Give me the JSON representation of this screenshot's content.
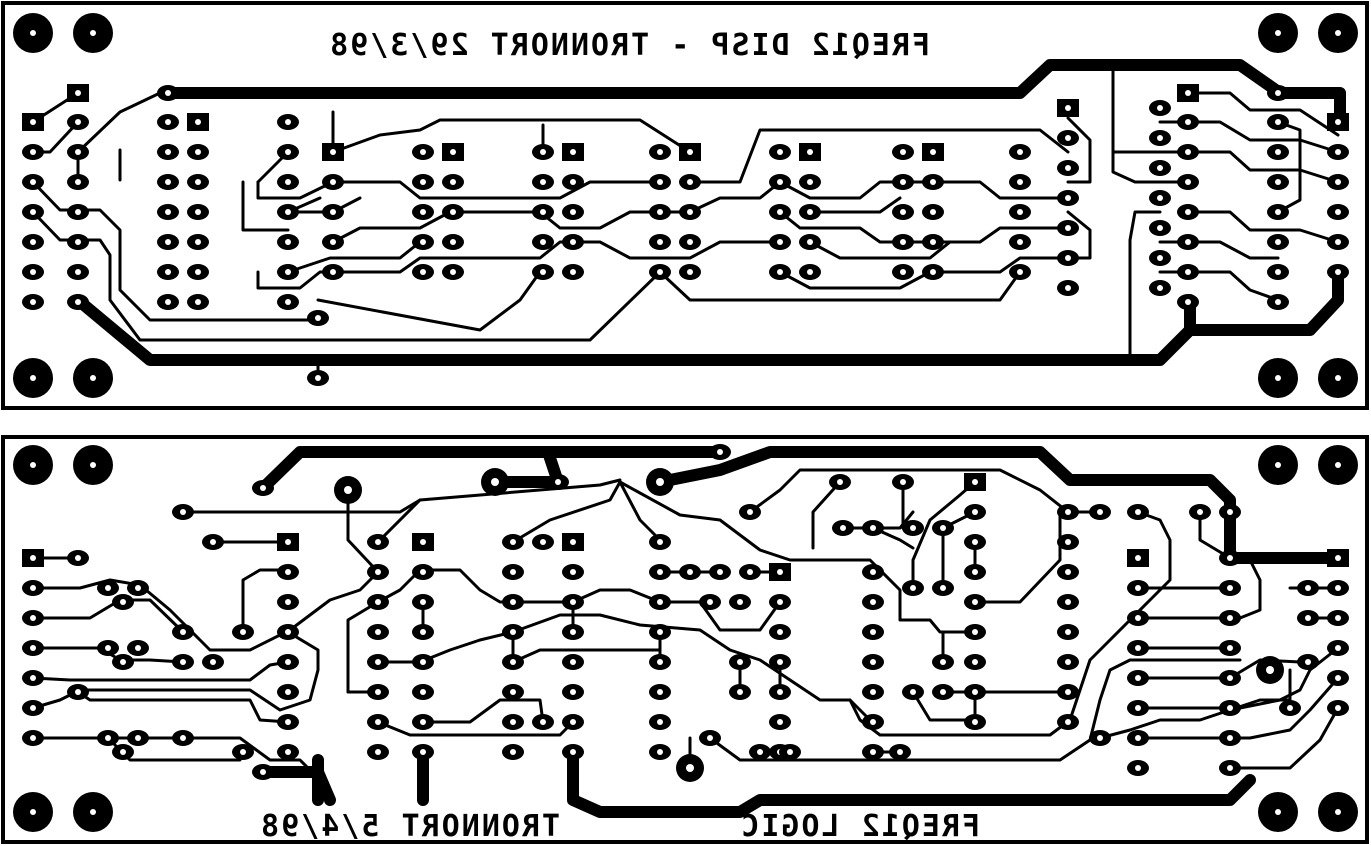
{
  "boards": [
    {
      "id": "display",
      "labels": [
        "FREQ12 DISP - TRONNORT 29/3/98"
      ]
    },
    {
      "id": "logic",
      "labels": [
        "TRONNORT 5/4/98",
        "FREQ12 LOGIC"
      ]
    }
  ],
  "style": {
    "ink": "#000000",
    "paper": "#ffffff",
    "mirrored_text": true
  }
}
